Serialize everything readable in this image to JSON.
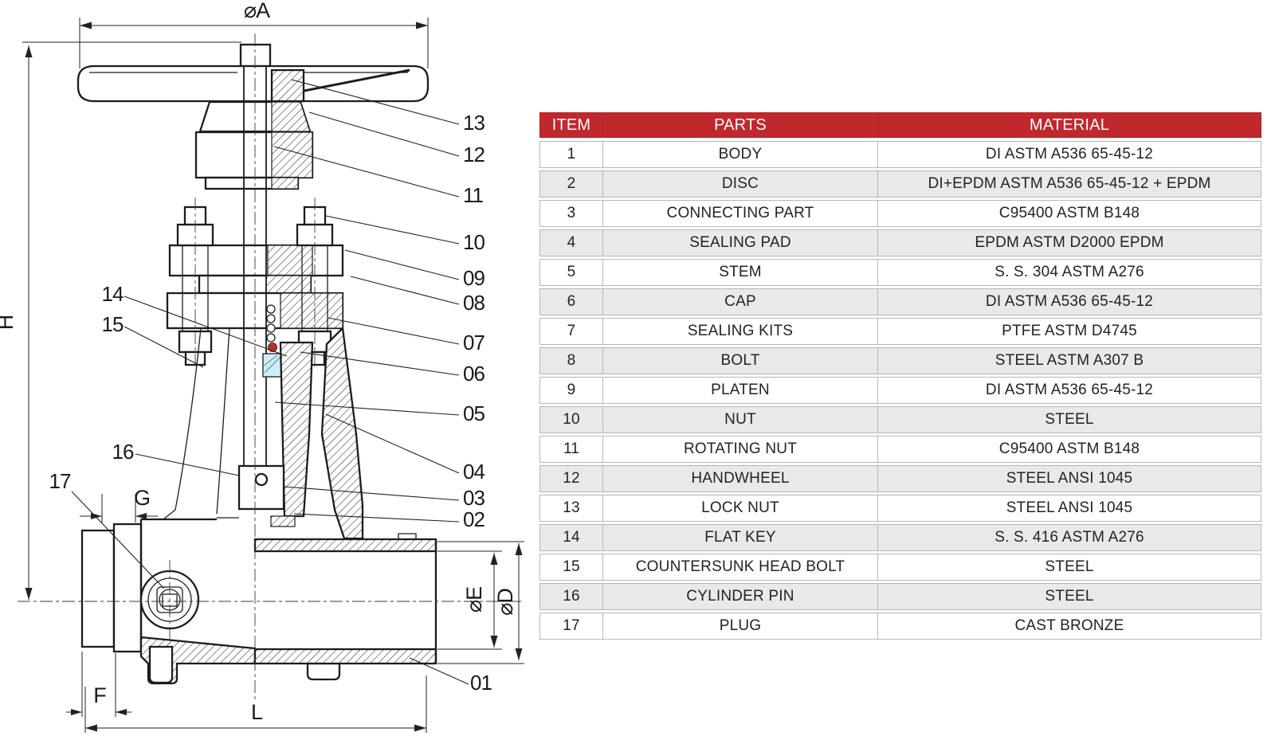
{
  "drawing": {
    "dim_labels": {
      "a": "⌀A",
      "h": "H",
      "g": "G",
      "f": "F",
      "l": "L",
      "e": "⌀E",
      "d": "⌀D"
    },
    "callouts": {
      "c01": "01",
      "c02": "02",
      "c03": "03",
      "c04": "04",
      "c05": "05",
      "c06": "06",
      "c07": "07",
      "c08": "08",
      "c09": "09",
      "c10": "10",
      "c11": "11",
      "c12": "12",
      "c13": "13",
      "c14": "14",
      "c15": "15",
      "c16": "16",
      "c17": "17"
    }
  },
  "table": {
    "headers": {
      "item": "ITEM",
      "parts": "PARTS",
      "material": "MATERIAL"
    },
    "rows": [
      {
        "item": "1",
        "part": "BODY",
        "material": "DI ASTM A536 65-45-12"
      },
      {
        "item": "2",
        "part": "DISC",
        "material": "DI+EPDM ASTM A536 65-45-12 + EPDM"
      },
      {
        "item": "3",
        "part": "CONNECTING PART",
        "material": "C95400 ASTM B148"
      },
      {
        "item": "4",
        "part": "SEALING PAD",
        "material": "EPDM ASTM D2000 EPDM"
      },
      {
        "item": "5",
        "part": "STEM",
        "material": "S. S. 304 ASTM A276"
      },
      {
        "item": "6",
        "part": "CAP",
        "material": "DI ASTM A536 65-45-12"
      },
      {
        "item": "7",
        "part": "SEALING KITS",
        "material": "PTFE ASTM D4745"
      },
      {
        "item": "8",
        "part": "BOLT",
        "material": "STEEL ASTM A307 B"
      },
      {
        "item": "9",
        "part": "PLATEN",
        "material": "DI ASTM A536 65-45-12"
      },
      {
        "item": "10",
        "part": "NUT",
        "material": "STEEL"
      },
      {
        "item": "11",
        "part": "ROTATING NUT",
        "material": "C95400 ASTM B148"
      },
      {
        "item": "12",
        "part": "HANDWHEEL",
        "material": "STEEL ANSI 1045"
      },
      {
        "item": "13",
        "part": "LOCK NUT",
        "material": "STEEL ANSI 1045"
      },
      {
        "item": "14",
        "part": "FLAT KEY",
        "material": "S. S. 416 ASTM A276"
      },
      {
        "item": "15",
        "part": "COUNTERSUNK HEAD BOLT",
        "material": "STEEL"
      },
      {
        "item": "16",
        "part": "CYLINDER PIN",
        "material": "STEEL"
      },
      {
        "item": "17",
        "part": "PLUG",
        "material": "CAST BRONZE"
      }
    ]
  },
  "colors": {
    "header_bg": "#c1282d",
    "header_fg": "#ffffff",
    "row_alt": "#e9e9e9",
    "row_base": "#ffffff",
    "grid": "#b6b6b6",
    "ink": "#1c1c1c",
    "seal_red": "#b23230",
    "seal_cyan": "#cdeef7"
  }
}
